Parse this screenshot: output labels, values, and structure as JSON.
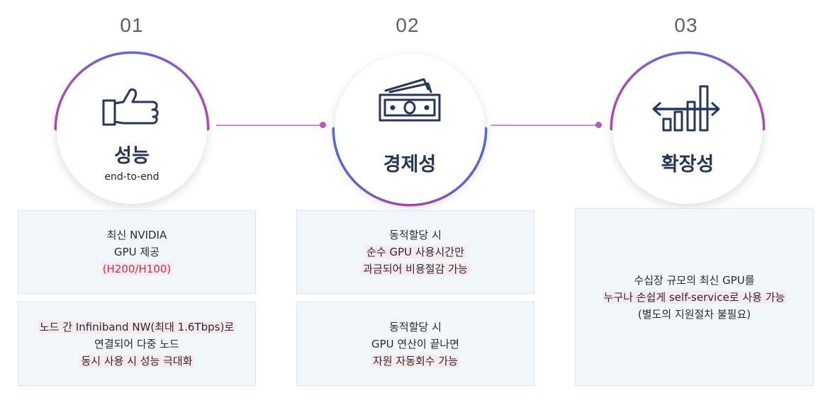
{
  "steps": [
    {
      "number": "01",
      "title": "성능",
      "subtitle": "end-to-end",
      "icon": "thumbs-up-icon",
      "boxes": [
        {
          "lines": [
            "최신 NVIDIA",
            "GPU 제공",
            "(H200/H100)"
          ]
        },
        {
          "lines": [
            "노드 간 Infiniband NW(최대 1.6Tbps)로",
            "연결되어 다중 노드",
            "동시 사용 시 성능 극대화"
          ]
        }
      ]
    },
    {
      "number": "02",
      "title": "경제성",
      "icon": "money-bills-icon",
      "boxes": [
        {
          "lines": [
            "동적할당 시",
            "순수 GPU 사용시간만",
            "과금되어 비용절감 가능"
          ]
        },
        {
          "lines": [
            "동적할당 시",
            "GPU 연산이 끝나면",
            "자원 자동회수 가능"
          ]
        }
      ]
    },
    {
      "number": "03",
      "title": "확장성",
      "icon": "scale-arrows-bars-icon",
      "boxes": [
        {
          "lines": [
            "수십장 규모의 최신 GPU를",
            "누구나 손쉽게 self-service로 사용 가능",
            "(별도의 지원절차 불필요)"
          ]
        }
      ]
    }
  ],
  "colors": {
    "ring_blue": "#5a6fdc",
    "ring_purple": "#b44fb8",
    "title": "#253556",
    "icon": "#27375a",
    "highlight_red": "#c9304b",
    "box_bg": "#f1f6fb"
  }
}
